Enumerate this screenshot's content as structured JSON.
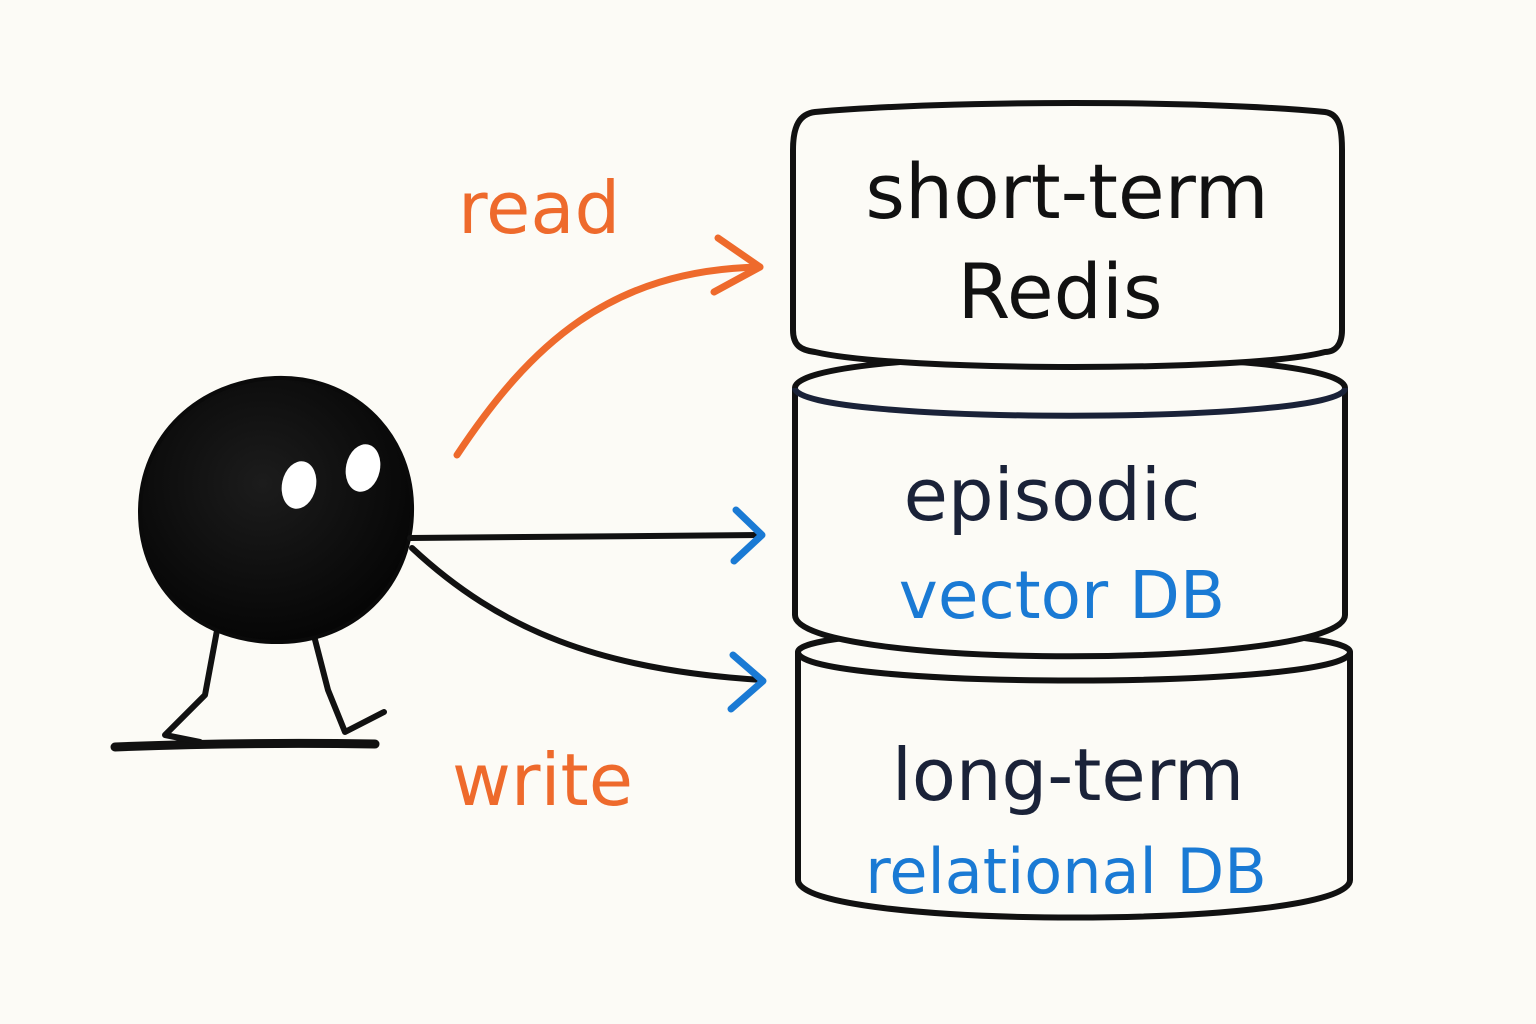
{
  "colors": {
    "background": "#fcfbf6",
    "ink": "#111111",
    "navy_text": "#1a2238",
    "accent_orange": "#ee6a2c",
    "accent_blue": "#1a7ad4"
  },
  "icons": {
    "agent": "round-black-character-icon",
    "read_arrow": "curved-arrow-right-icon",
    "write_arrows": "arrow-right-icon"
  },
  "labels": {
    "read": "read",
    "write": "write"
  },
  "memory_stack": [
    {
      "name": "short-term",
      "store": "Redis"
    },
    {
      "name": "episodic",
      "store": "vector DB"
    },
    {
      "name": "long-term",
      "store": "relational DB"
    }
  ]
}
